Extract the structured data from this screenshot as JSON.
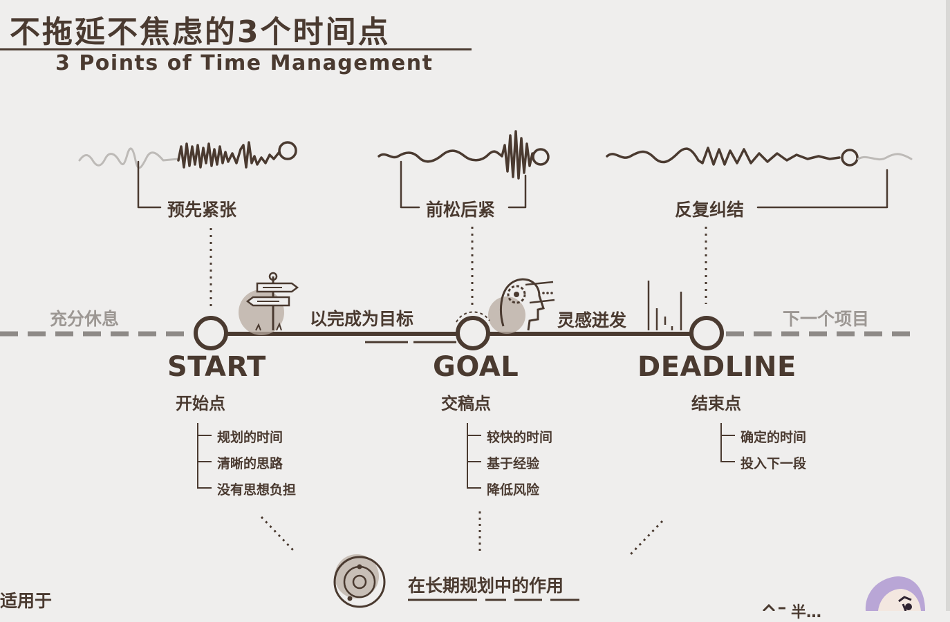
{
  "header": {
    "title": "不拖延不焦虑的3个时间点",
    "subtitle": "3 Points of Time Management"
  },
  "waves": {
    "left_label": "预先紧张",
    "middle_label": "前松后紧",
    "right_label": "反复纠结"
  },
  "timeline": {
    "before_label": "充分休息",
    "after_label": "下一个项目",
    "segment1_label": "以完成为目标",
    "segment2_label": "灵感迸发"
  },
  "milestones": [
    {
      "name": "START",
      "cn": "开始点",
      "items": [
        "规划的时间",
        "清晰的思路",
        "没有思想负担"
      ]
    },
    {
      "name": "GOAL",
      "cn": "交稿点",
      "items": [
        "较快的时间",
        "基于经验",
        "降低风险"
      ]
    },
    {
      "name": "DEADLINE",
      "cn": "结束点",
      "items": [
        "确定的时间",
        "投入下一段"
      ]
    }
  ],
  "bottom": {
    "long_term_label": "在长期规划中的作用",
    "applies_label": "适用于",
    "signature_label": "半…"
  },
  "colors": {
    "ink": "#4a3a30",
    "accent_circle": "#b8aba0",
    "muted_wave": "#bdbab7",
    "dashed_line": "#8e8a87",
    "background": "#efeeed"
  },
  "icons": [
    "signpost-icon",
    "head-gear-icon",
    "inspiration-lines-icon",
    "orbit-icon",
    "avatar-illustration"
  ]
}
